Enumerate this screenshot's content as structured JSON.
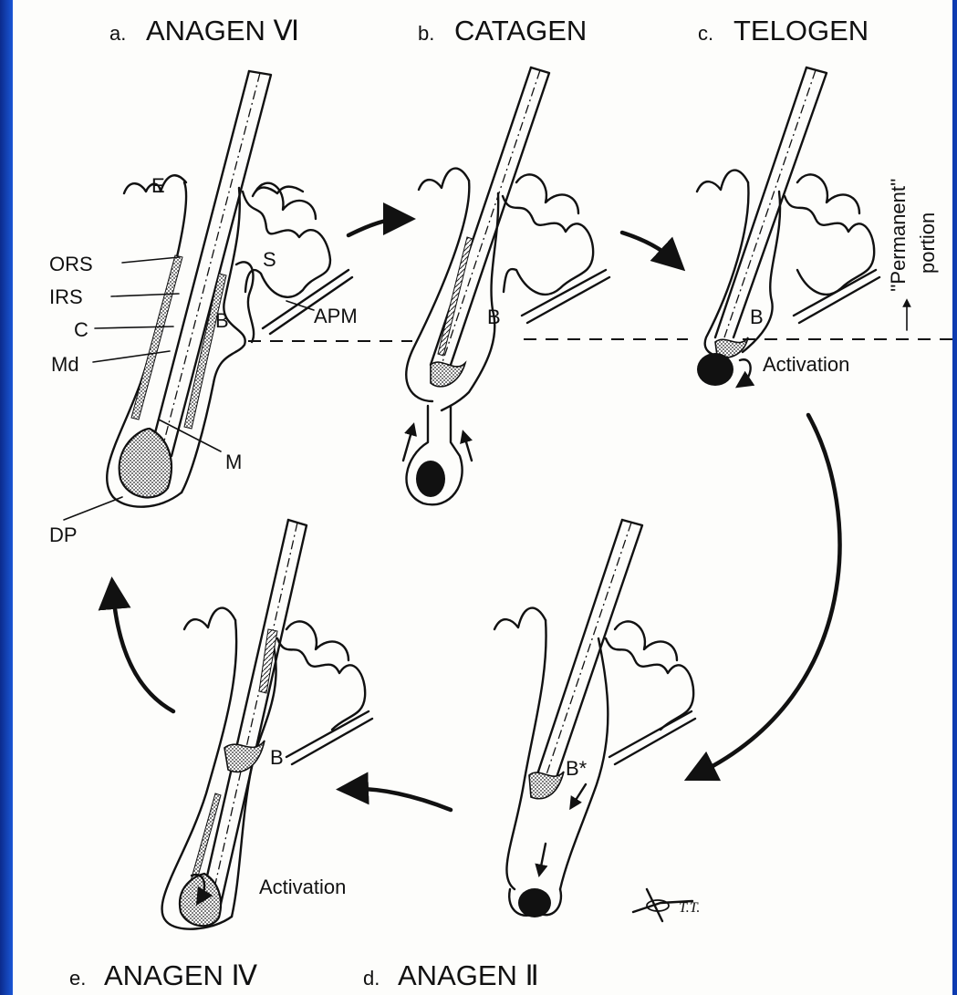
{
  "stages": {
    "a": {
      "prefix": "a.",
      "title": "ANAGEN Ⅵ"
    },
    "b": {
      "prefix": "b.",
      "title": "CATAGEN"
    },
    "c": {
      "prefix": "c.",
      "title": "TELOGEN"
    },
    "d": {
      "prefix": "d.",
      "title": "ANAGEN Ⅱ"
    },
    "e": {
      "prefix": "e.",
      "title": "ANAGEN Ⅳ"
    }
  },
  "labels": {
    "E": "E",
    "ORS": "ORS",
    "IRS": "IRS",
    "C": "C",
    "Md": "Md",
    "M": "M",
    "DP": "DP",
    "S": "S",
    "APM": "APM",
    "B": "B",
    "B_star": "B*",
    "activation": "Activation",
    "permanent_line1": "''Permanent''",
    "permanent_line2": "portion"
  },
  "signature": "T.T."
}
